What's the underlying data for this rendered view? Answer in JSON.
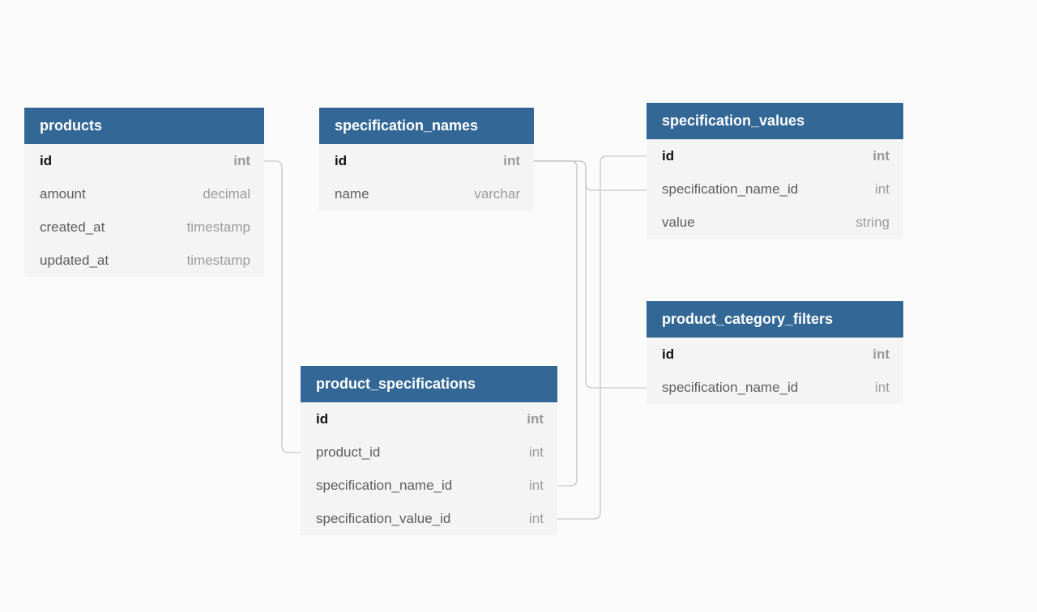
{
  "tables": {
    "products": {
      "title": "products",
      "columns": [
        {
          "name": "id",
          "type": "int",
          "pk": true
        },
        {
          "name": "amount",
          "type": "decimal"
        },
        {
          "name": "created_at",
          "type": "timestamp"
        },
        {
          "name": "updated_at",
          "type": "timestamp"
        }
      ]
    },
    "specification_names": {
      "title": "specification_names",
      "columns": [
        {
          "name": "id",
          "type": "int",
          "pk": true
        },
        {
          "name": "name",
          "type": "varchar"
        }
      ]
    },
    "specification_values": {
      "title": "specification_values",
      "columns": [
        {
          "name": "id",
          "type": "int",
          "pk": true
        },
        {
          "name": "specification_name_id",
          "type": "int"
        },
        {
          "name": "value",
          "type": "string"
        }
      ]
    },
    "product_category_filters": {
      "title": "product_category_filters",
      "columns": [
        {
          "name": "id",
          "type": "int",
          "pk": true
        },
        {
          "name": "specification_name_id",
          "type": "int"
        }
      ]
    },
    "product_specifications": {
      "title": "product_specifications",
      "columns": [
        {
          "name": "id",
          "type": "int",
          "pk": true
        },
        {
          "name": "product_id",
          "type": "int"
        },
        {
          "name": "specification_name_id",
          "type": "int"
        },
        {
          "name": "specification_value_id",
          "type": "int"
        }
      ]
    }
  },
  "relations": [
    {
      "from": "products.id",
      "to": "product_specifications.product_id"
    },
    {
      "from": "specification_names.id",
      "to": "specification_values.specification_name_id"
    },
    {
      "from": "specification_names.id",
      "to": "product_category_filters.specification_name_id"
    },
    {
      "from": "specification_names.id",
      "to": "product_specifications.specification_name_id"
    },
    {
      "from": "specification_values.id",
      "to": "product_specifications.specification_value_id"
    }
  ],
  "colors": {
    "header_bg": "#336796",
    "header_text": "#ffffff",
    "table_bg": "#f4f4f4",
    "connector": "#c6c6c6",
    "canvas_bg": "#fbfbfb"
  }
}
